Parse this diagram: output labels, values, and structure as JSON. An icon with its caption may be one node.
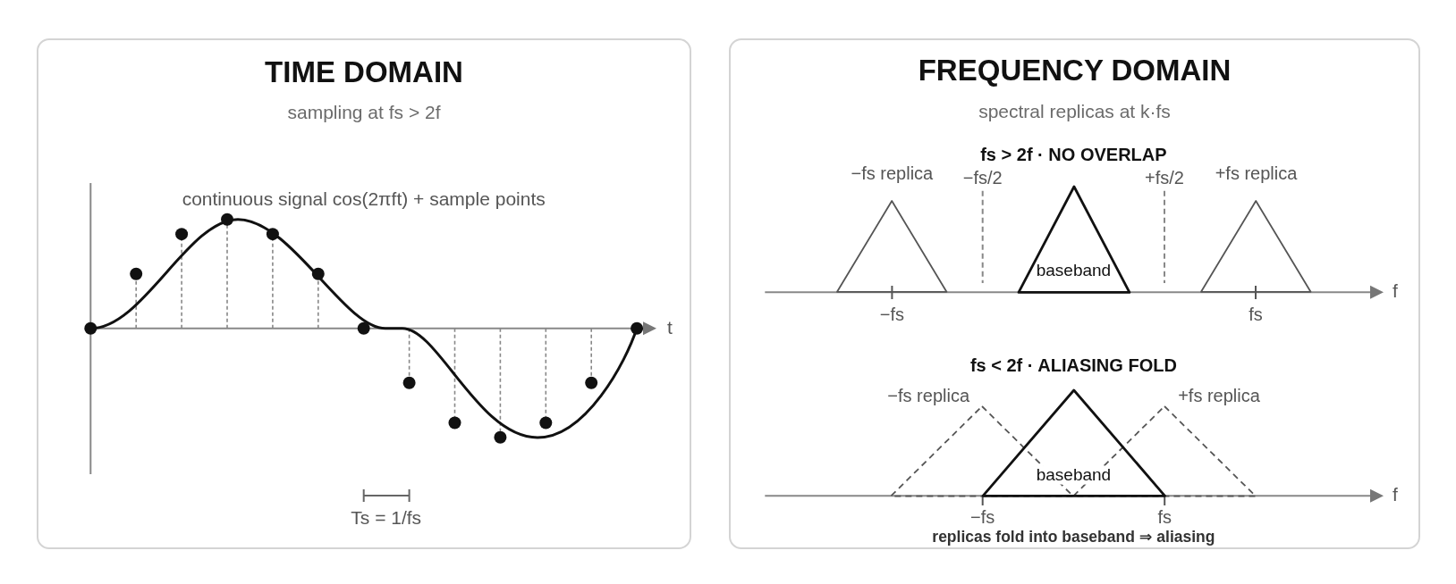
{
  "diagram": {
    "nodes": [
      {
        "text": [
          "TIME DOMAIN",
          "sampling at fs > 2f"
        ]
      },
      {
        "text": [
          "FREQUENCY DOMAIN",
          "spectral replicas at k·fs"
        ]
      },
      {
        "text": [],
        "shape": "triangle",
        "beside": [
          "−fs replica"
        ],
        "in": 1
      },
      {
        "text": [
          "baseband"
        ],
        "in": 1
      },
      {
        "text": [],
        "shape": "triangle",
        "beside": [
          "+fs replica"
        ],
        "in": 1
      },
      {
        "text": [],
        "shape": "triangle",
        "beside": [
          "−fs replica"
        ],
        "in": 1
      },
      {
        "text": [
          "baseband"
        ],
        "in": 1
      },
      {
        "text": [],
        "shape": "triangle",
        "beside": [
          "+fs replica"
        ],
        "in": 1
      }
    ],
    "labels": [
      "continuous signal cos(2πft) + sample points",
      "t",
      "Ts = 1/fs",
      "fs > 2f · NO OVERLAP",
      "−fs/2",
      "+fs/2",
      "f",
      "−fs",
      "fs",
      "fs < 2f · ALIASING FOLD",
      "f",
      "−fs",
      "fs",
      "replicas fold into baseband ⇒ aliasing"
    ]
  }
}
